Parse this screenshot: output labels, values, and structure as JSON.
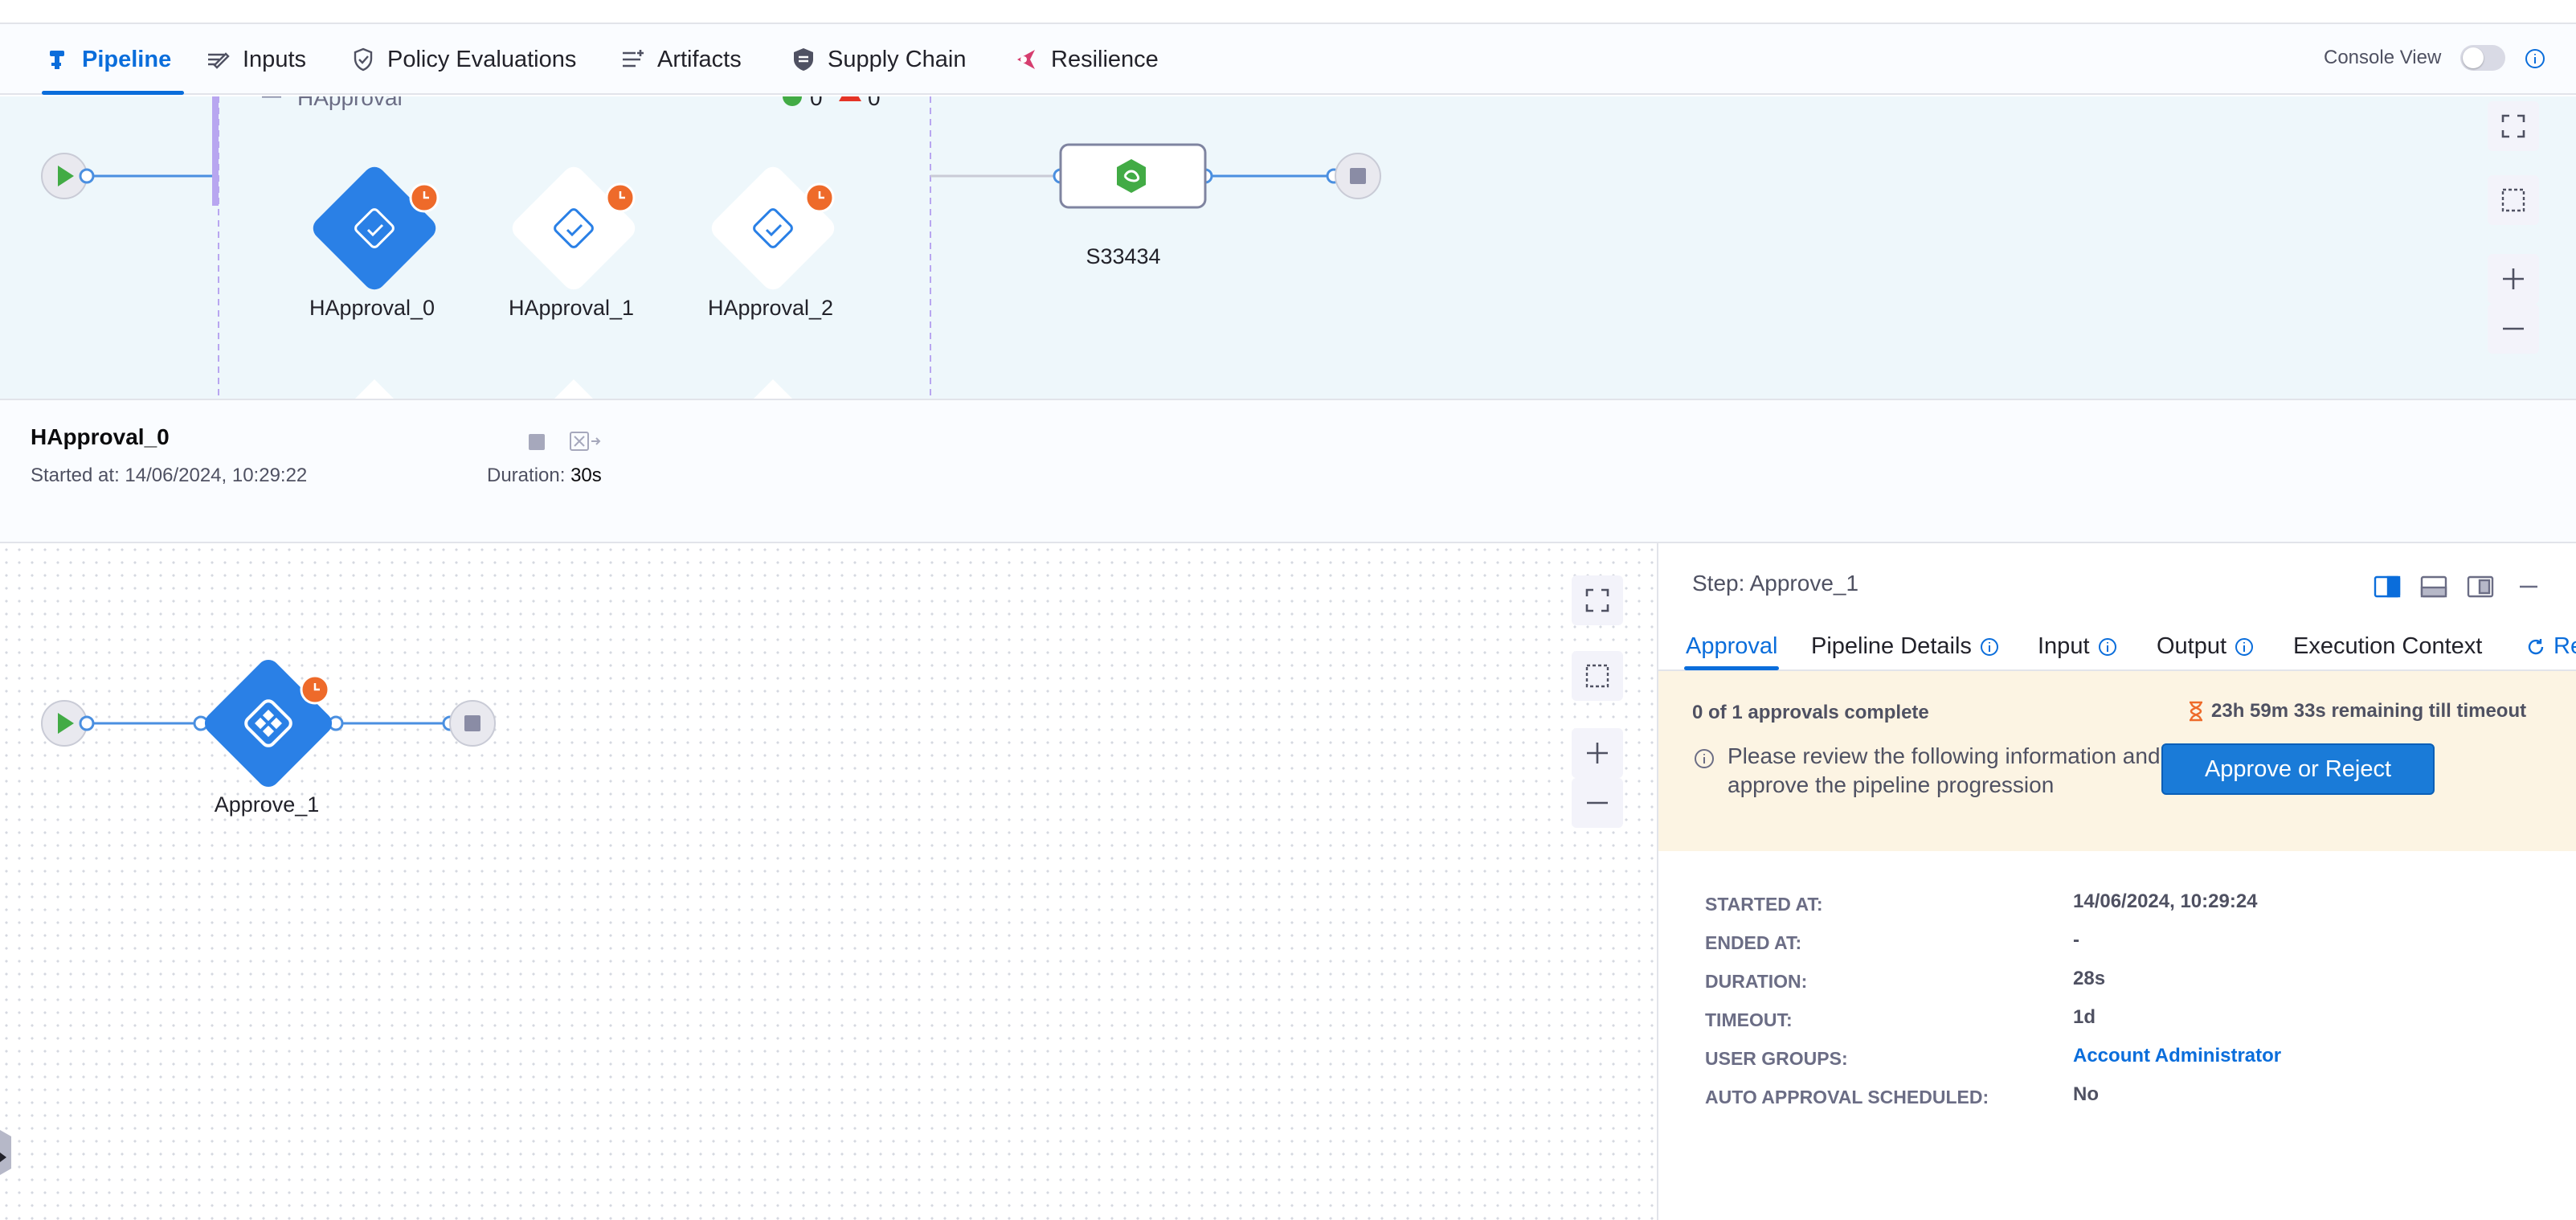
{
  "tabs": [
    {
      "label": "Pipeline",
      "icon": "pipeline-icon",
      "active": true
    },
    {
      "label": "Inputs",
      "icon": "inputs-icon"
    },
    {
      "label": "Policy Evaluations",
      "icon": "policy-icon"
    },
    {
      "label": "Artifacts",
      "icon": "artifacts-icon"
    },
    {
      "label": "Supply Chain",
      "icon": "supply-chain-icon"
    },
    {
      "label": "Resilience",
      "icon": "resilience-icon"
    }
  ],
  "console_view": {
    "label": "Console View",
    "enabled": false
  },
  "pipeline_graph": {
    "group_label": "HApproval",
    "success_count": "0",
    "failed_count": "0",
    "nodes": [
      {
        "label": "HApproval_0",
        "selected": true
      },
      {
        "label": "HApproval_1",
        "selected": false
      },
      {
        "label": "HApproval_2",
        "selected": false
      }
    ],
    "stage_node": {
      "label": "S33434"
    }
  },
  "stage": {
    "title": "HApproval_0",
    "started_label": "Started at:",
    "started_value": "14/06/2024, 10:29:22",
    "duration_label": "Duration:",
    "duration_value": "30s"
  },
  "step_graph": {
    "node": {
      "label": "Approve_1"
    }
  },
  "step_panel": {
    "title": "Step: Approve_1",
    "tabs": [
      {
        "label": "Approval",
        "active": true,
        "info": false
      },
      {
        "label": "Pipeline Details",
        "info": true
      },
      {
        "label": "Input",
        "info": true
      },
      {
        "label": "Output",
        "info": true
      },
      {
        "label": "Execution Context",
        "info": false
      },
      {
        "label": "Re",
        "refresh": true
      }
    ],
    "approval": {
      "count_text": "0 of 1 approvals complete",
      "timeout_text": "23h 59m 33s remaining till timeout",
      "message": "Please review the following information and approve the pipeline progression",
      "button_label": "Approve or Reject"
    },
    "details": [
      {
        "key": "STARTED AT:",
        "value": "14/06/2024, 10:29:24",
        "link": false
      },
      {
        "key": "ENDED AT:",
        "value": "-",
        "link": false
      },
      {
        "key": "DURATION:",
        "value": "28s",
        "link": false
      },
      {
        "key": "TIMEOUT:",
        "value": "1d",
        "link": false
      },
      {
        "key": "USER GROUPS:",
        "value": "Account Administrator",
        "link": true
      },
      {
        "key": "AUTO APPROVAL SCHEDULED:",
        "value": "No",
        "link": false
      }
    ]
  },
  "colors": {
    "accent": "#0a6ddb",
    "banner": "#fcf4e3",
    "canvas": "#eef7fb",
    "status_orange": "#ee6a2a",
    "success_green": "#42ab45",
    "failed_red": "#e43326"
  }
}
